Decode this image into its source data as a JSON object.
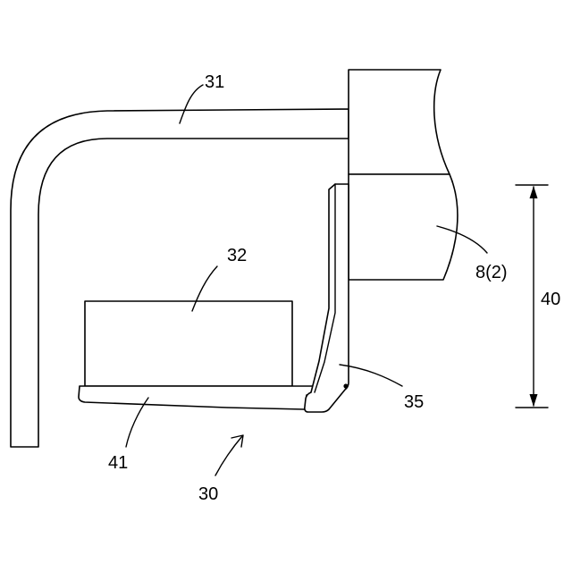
{
  "labels": {
    "pipe": "31",
    "box": "32",
    "bracket": "35",
    "tray": "41",
    "assembly": "30",
    "member": "8(2)",
    "dimension": "40"
  },
  "colors": {
    "stroke": "#000000",
    "background": "#ffffff"
  }
}
